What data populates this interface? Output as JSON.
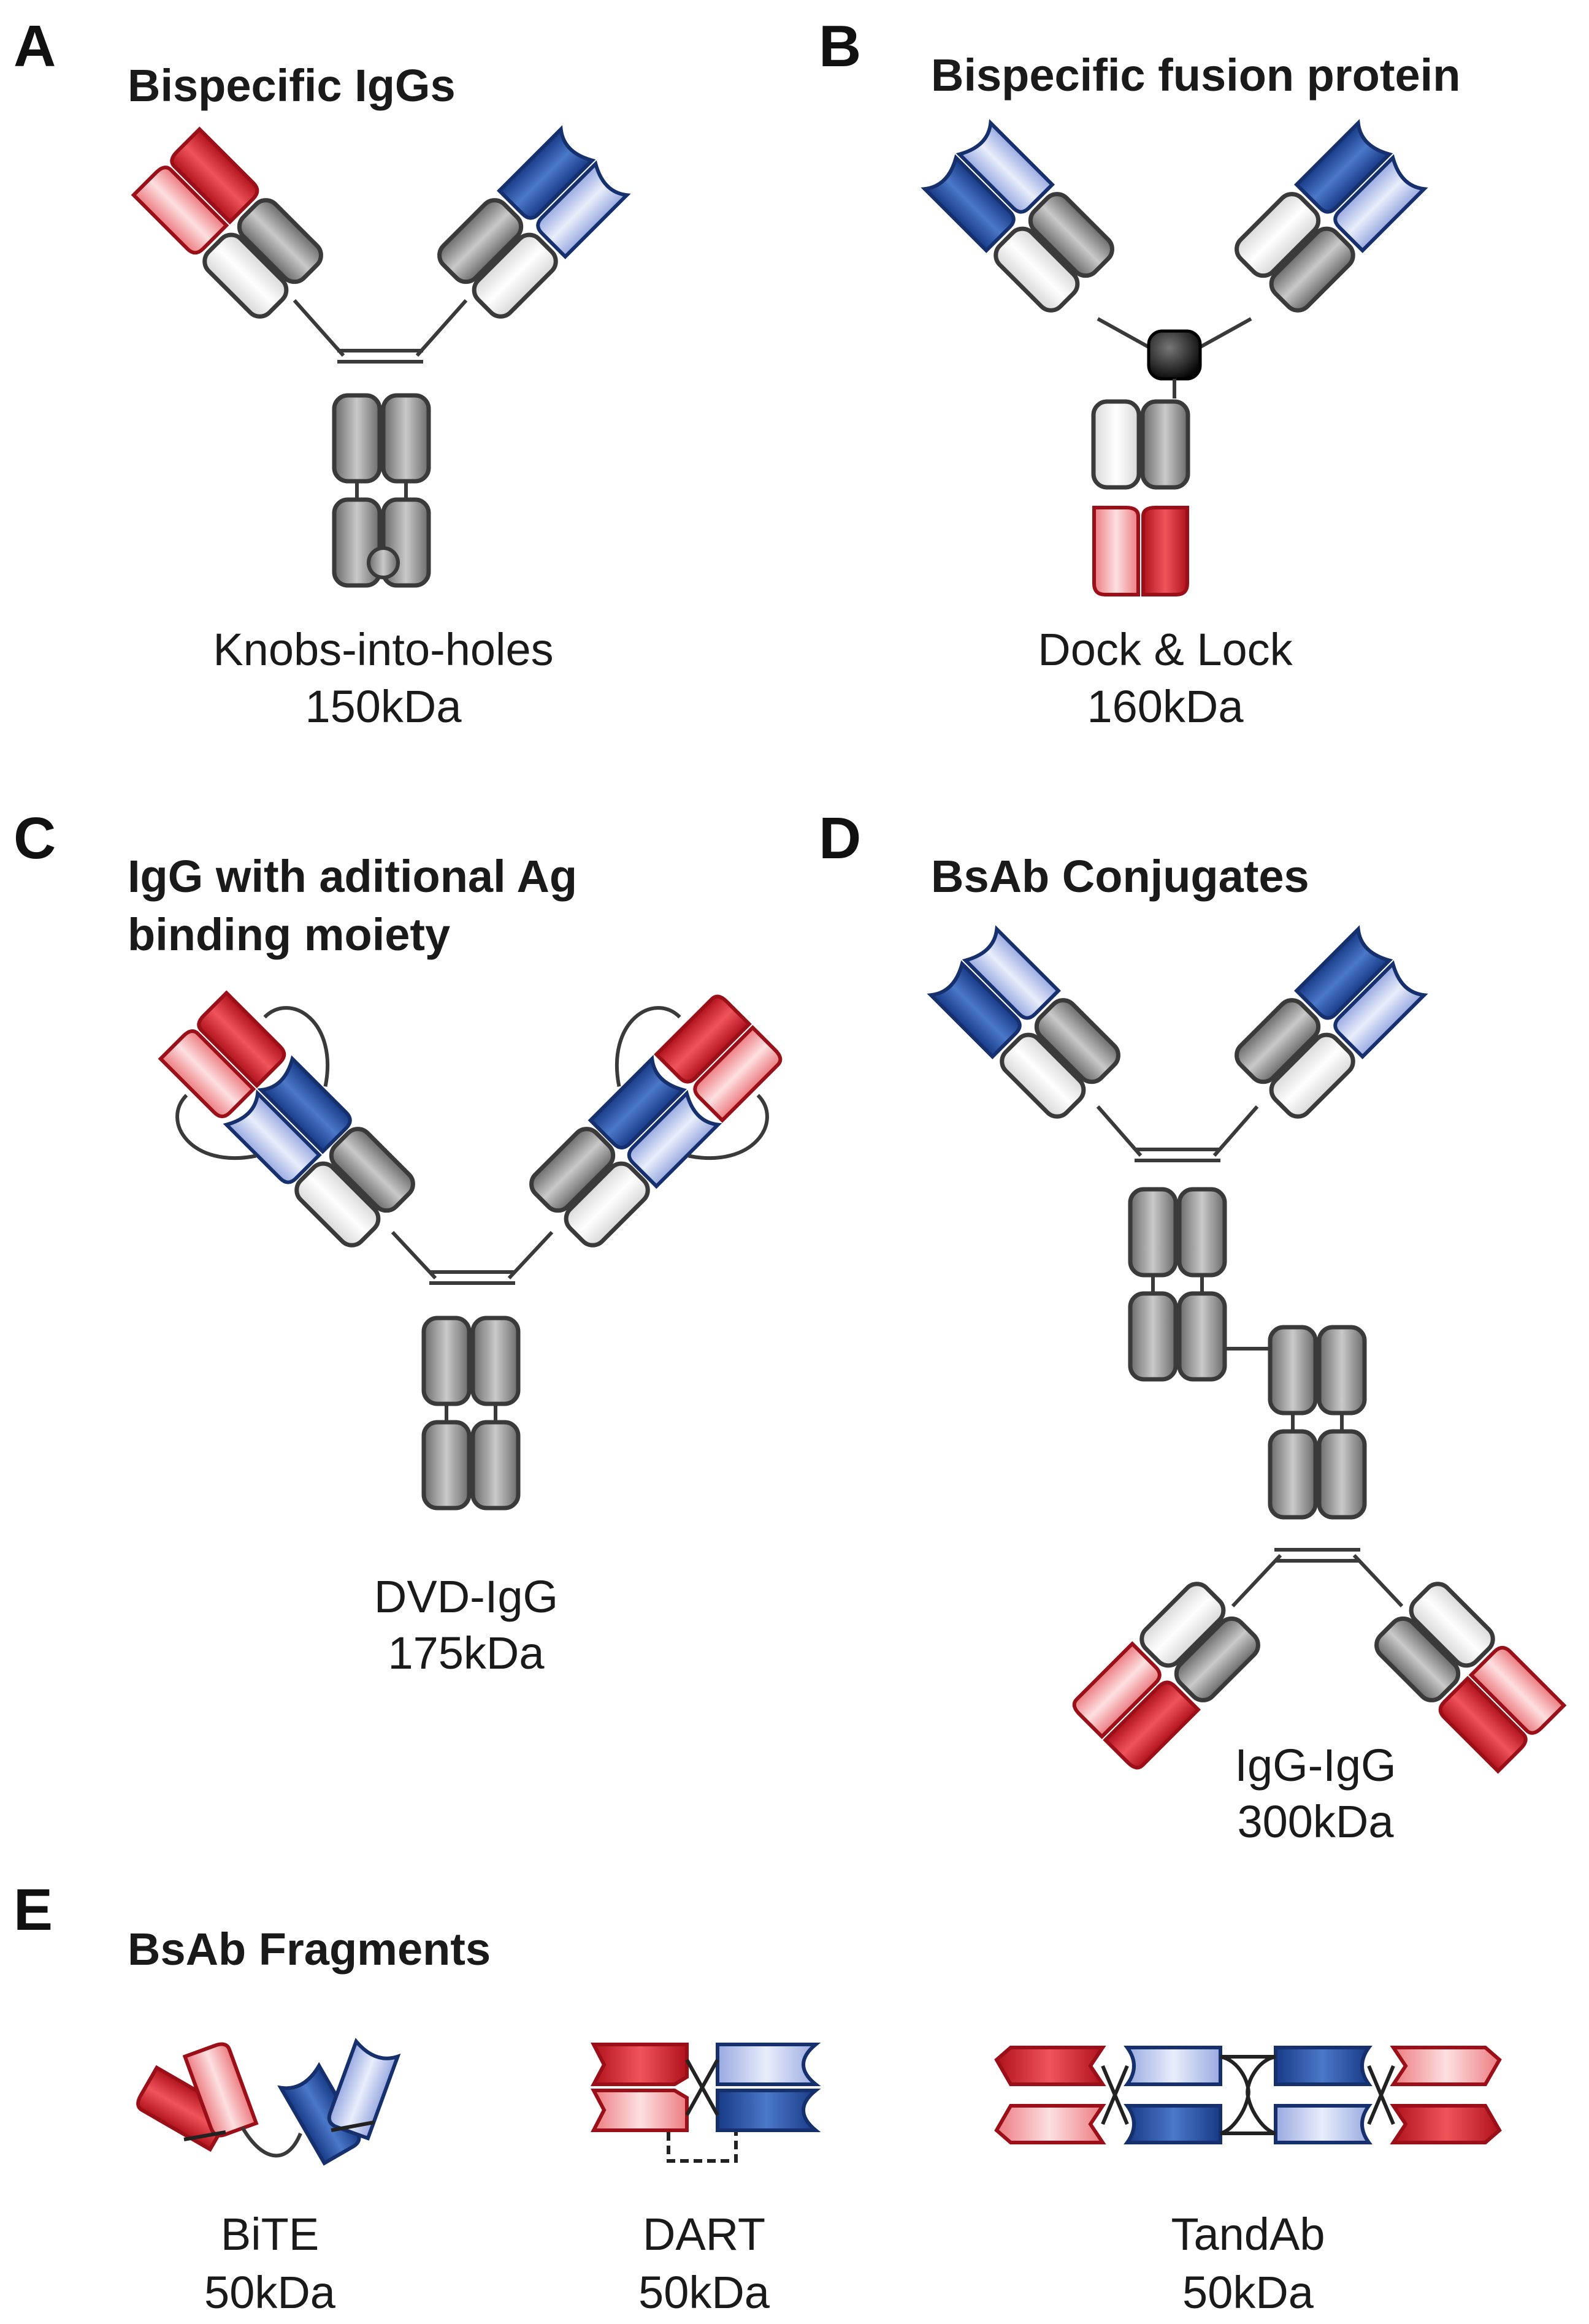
{
  "figure": {
    "panels": {
      "A": {
        "letter": "A",
        "title": "Bispecific IgGs",
        "format": "Knobs-into-holes",
        "size": "150kDa"
      },
      "B": {
        "letter": "B",
        "title": "Bispecific fusion protein",
        "format": "Dock & Lock",
        "size": "160kDa"
      },
      "C": {
        "letter": "C",
        "title_line1": "IgG with aditional Ag",
        "title_line2": "binding moiety",
        "format": "DVD-IgG",
        "size": "175kDa"
      },
      "D": {
        "letter": "D",
        "title": "BsAb Conjugates",
        "format": "IgG-IgG",
        "size": "300kDa"
      },
      "E": {
        "letter": "E",
        "title": "BsAb Fragments",
        "fragments": [
          {
            "format": "BiTE",
            "size": "50kDa"
          },
          {
            "format": "DART",
            "size": "50kDa"
          },
          {
            "format": "TandAb",
            "size": "50kDa"
          }
        ]
      }
    },
    "colors": {
      "heavy_constant": "#7a7a7a",
      "light_constant": "#e6e6e6",
      "outline": "#3a3a3a",
      "red_dark": "#c8202a",
      "red_light": "#f08a8f",
      "blue_dark": "#1c3f8f",
      "blue_light": "#a9b8e6",
      "dock_lock": "#1a1a1a"
    }
  }
}
